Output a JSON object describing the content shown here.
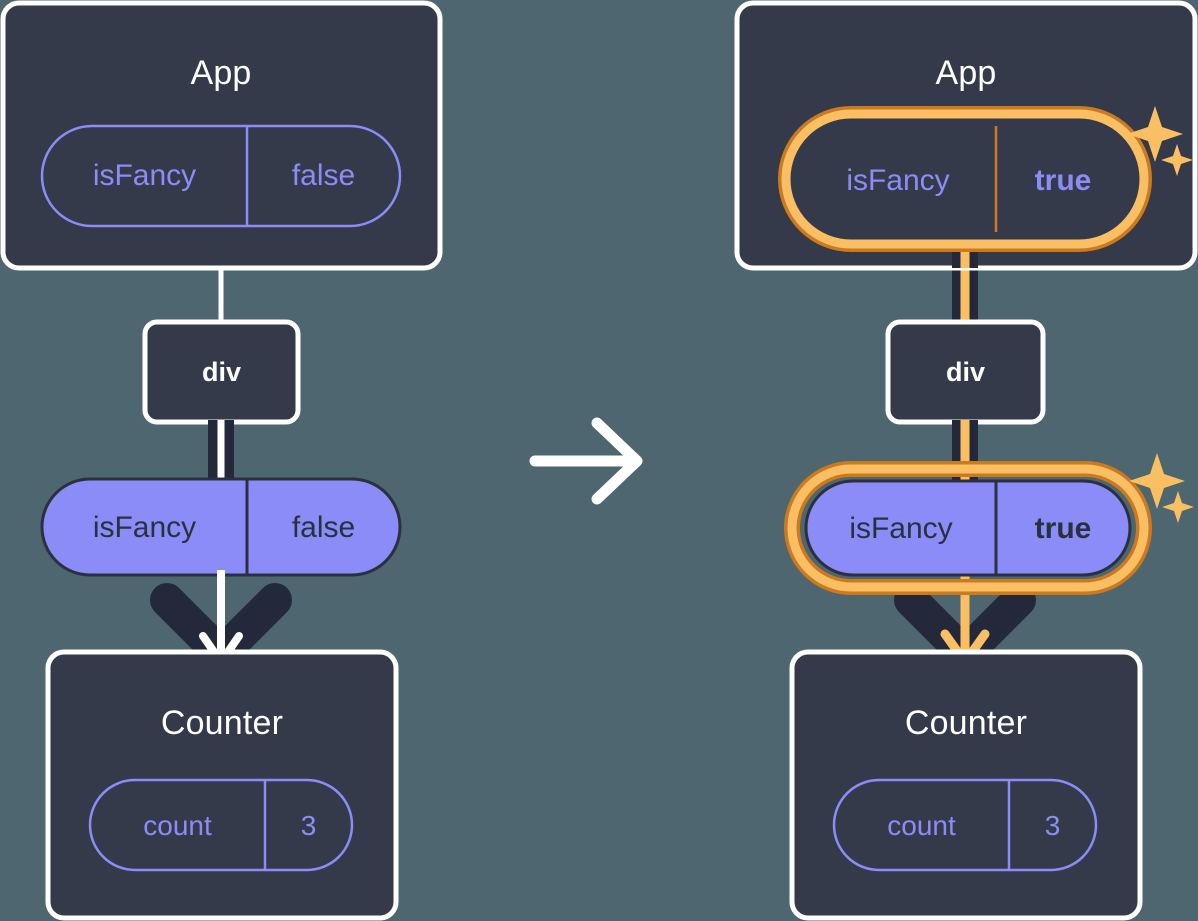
{
  "diagram": {
    "title": "React state update propagation: isFancy false to true",
    "transition_arrow": "arrow-right",
    "colors": {
      "background": "#4d6670",
      "panel_fill": "#343a4a",
      "panel_stroke": "#ffffff",
      "pill_purple_fill": "#8b8cf7",
      "pill_purple_stroke": "#2b3040",
      "pill_outline_stroke": "#8b8cf7",
      "text_light": "#ffffff",
      "text_dark": "#2b3040",
      "text_purple": "#8b8cf7",
      "edge_dark": "#23283a",
      "edge_light": "#ffffff",
      "highlight_ring_outer": "#cc7a1f",
      "highlight_ring_inner": "#fbbf63",
      "highlight_line": "#fbbf63",
      "sparkle": "#fbbf63"
    },
    "panels": [
      {
        "id": "before",
        "side": "left",
        "highlighted": false,
        "app": {
          "title": "App",
          "pill": {
            "style": "outline",
            "key": "isFancy",
            "value": "false",
            "value_bold": false,
            "highlighted": false,
            "sparkle": false
          }
        },
        "div": {
          "title": "div"
        },
        "prop_pill": {
          "style": "filled",
          "key": "isFancy",
          "value": "false",
          "value_bold": false,
          "highlighted": false,
          "sparkle": false
        },
        "counter": {
          "title": "Counter",
          "pill": {
            "style": "outline",
            "key": "count",
            "value": "3",
            "value_bold": false,
            "highlighted": false,
            "sparkle": false
          }
        }
      },
      {
        "id": "after",
        "side": "right",
        "highlighted": true,
        "app": {
          "title": "App",
          "pill": {
            "style": "outline",
            "key": "isFancy",
            "value": "true",
            "value_bold": true,
            "highlighted": true,
            "sparkle": true
          }
        },
        "div": {
          "title": "div"
        },
        "prop_pill": {
          "style": "filled",
          "key": "isFancy",
          "value": "true",
          "value_bold": true,
          "highlighted": true,
          "sparkle": true
        },
        "counter": {
          "title": "Counter",
          "pill": {
            "style": "outline",
            "key": "count",
            "value": "3",
            "value_bold": false,
            "highlighted": false,
            "sparkle": false
          }
        }
      }
    ]
  }
}
